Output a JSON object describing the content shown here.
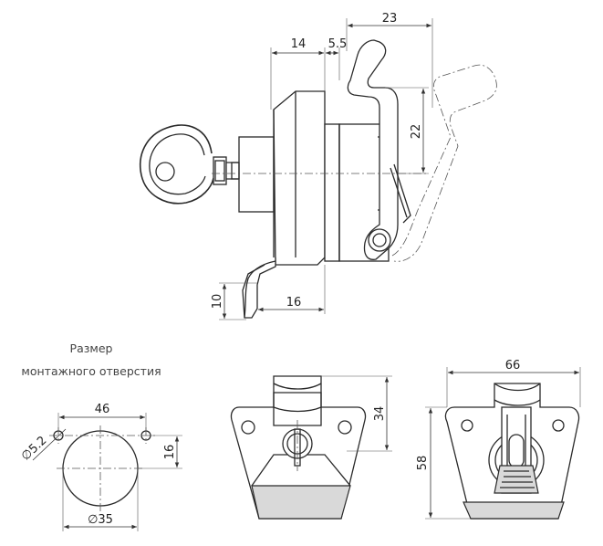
{
  "caption": {
    "line1": "Размер",
    "line2": "монтажного отверстия"
  },
  "dimensions": {
    "side_width_23": "23",
    "side_width_14": "14",
    "side_width_5_5": "5.5",
    "side_height_22": "22",
    "side_height_10": "10",
    "side_width_16": "16",
    "hole_spacing_46": "46",
    "hole_height_16": "16",
    "hole_small_diameter": "5.2",
    "hole_large_diameter": "35",
    "front_height_34": "34",
    "rear_width_66": "66",
    "rear_height_58": "58"
  }
}
